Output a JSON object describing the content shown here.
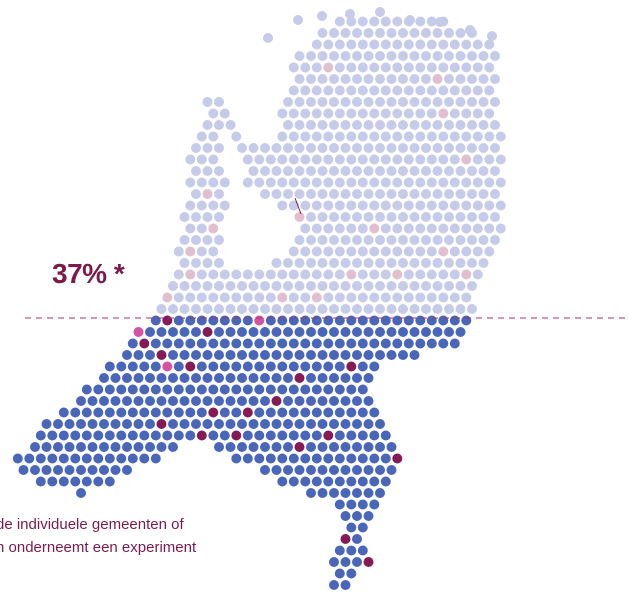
{
  "headline_percentage": "37% *",
  "caption_lines": [
    "de individuele gemeenten of",
    "n onderneemt een experiment"
  ],
  "colors": {
    "accent_text": "#7b1a4b",
    "dot_upper": "#c5cbe8",
    "dot_upper_highlight": "#e2bfcf",
    "dot_upper_pink": "#f2cde3",
    "dot_lower": "#4a66b8",
    "dot_lower_highlight": "#851b55",
    "dot_lower_pink": "#d553a0",
    "divider_line": "#a8306b"
  }
}
